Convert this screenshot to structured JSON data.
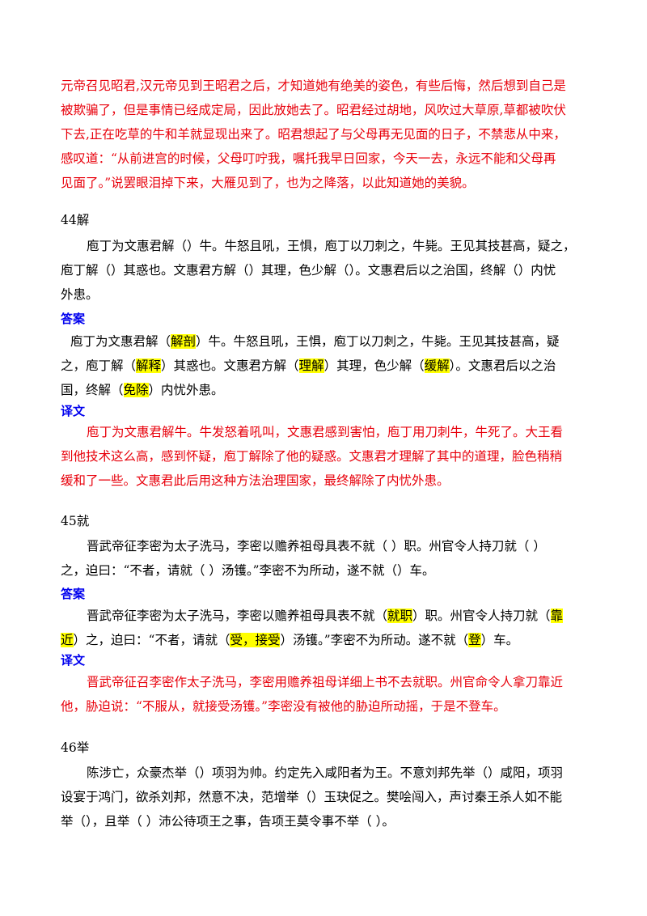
{
  "top_translation": [
    "元帝召见昭君,汉元帝见到王昭君之后，才知道她有绝美的姿色，有些后悔，然后想到自己是",
    "被欺骗了，但是事情已经成定局，因此放她去了。昭君经过胡地，风吹过大草原,草都被吹伏",
    "下去,正在吃草的牛和羊就显现出来了。昭君想起了与父母再无见面的日子，不禁悲从中来，",
    "感叹道：“从前进宫的时候，父母叮咛我，嘱托我早日回家，今天一去，永远不能和父母再",
    "见面了。”说罢眼泪掉下来，大雁见到了，也为之降落，以此知道她的美貌。"
  ],
  "labels": {
    "answer": "答案",
    "translation": "译文"
  },
  "s44": {
    "heading": "44解",
    "question": [
      "庖丁为文惠君解（）牛。牛怒且吼，王惧，庖丁以刀刺之，牛毙。王见其技甚高，疑之，",
      "庖丁解（）其惑也。文惠君方解（）其理，色少解（）。文惠君后以之治国，终解（）内忧",
      "外患。"
    ],
    "answer_l1": {
      "a": "庖丁为文惠君解（",
      "h1": "解剖",
      "b": "）牛。牛怒且吼，王惧，庖丁以刀刺之，牛毙。王见其技甚高，疑"
    },
    "answer_l2": {
      "a": "之，庖丁解（",
      "h1": "解释",
      "b": "）其惑也。文惠君方解（",
      "h2": "理解",
      "c": "）其理，色少解（",
      "h3": "缓解",
      "d": "）。文惠君后以之治"
    },
    "answer_l3": {
      "a": "国，终解（",
      "h1": "免除",
      "b": "）内忧外患。"
    },
    "translation": [
      "庖丁为文惠君解牛。牛发怒着吼叫，文惠君感到害怕，庖丁用刀刺牛，牛死了。大王看",
      "到他技术这么高，感到怀疑，庖丁解除了他的疑惑。文惠君才理解了其中的道理，脸色稍稍",
      "缓和了一些。文惠君此后用这种方法治理国家，最终解除了内忧外患。"
    ]
  },
  "s45": {
    "heading": "45就",
    "question": [
      "晋武帝征李密为太子洗马，李密以赡养祖母具表不就（    ）职。州官令人持刀就（    ）",
      "之，迫曰：“不者，请就（    ）汤镬。”李密不为所动，遂不就（）车。"
    ],
    "answer_l1": {
      "a": "晋武帝征李密为太子洗马，李密以赡养祖母具表不就（",
      "h1": "就职",
      "b": "）职。州官令人持刀就（",
      "h2": "靠"
    },
    "answer_l2": {
      "h1": "近",
      "a": "）之，迫曰：“不者，请就（",
      "h2": "受，接受",
      "b": "）汤镬。”李密不为所动。遂不就（",
      "h3": "登",
      "c": "）车。"
    },
    "translation": [
      "晋武帝征召李密作太子洗马，李密用赡养祖母详细上书不去就职。州官命令人拿刀靠近",
      "他，胁迫说：“不服从，就接受汤镬。”李密没有被他的胁迫所动摇，于是不登车。"
    ]
  },
  "s46": {
    "heading": "46举",
    "question": [
      "陈涉亡，众豪杰举（）项羽为帅。约定先入咸阳者为王。不意刘邦先举（）咸阳，项羽",
      "设宴于鸿门，欲杀刘邦，然意不决，范增举（）玉玦促之。樊哙闯入，声讨秦王杀人如不能",
      "举（），且举（    ）沛公待项王之事，告项王莫令事不举（    ）。"
    ]
  }
}
